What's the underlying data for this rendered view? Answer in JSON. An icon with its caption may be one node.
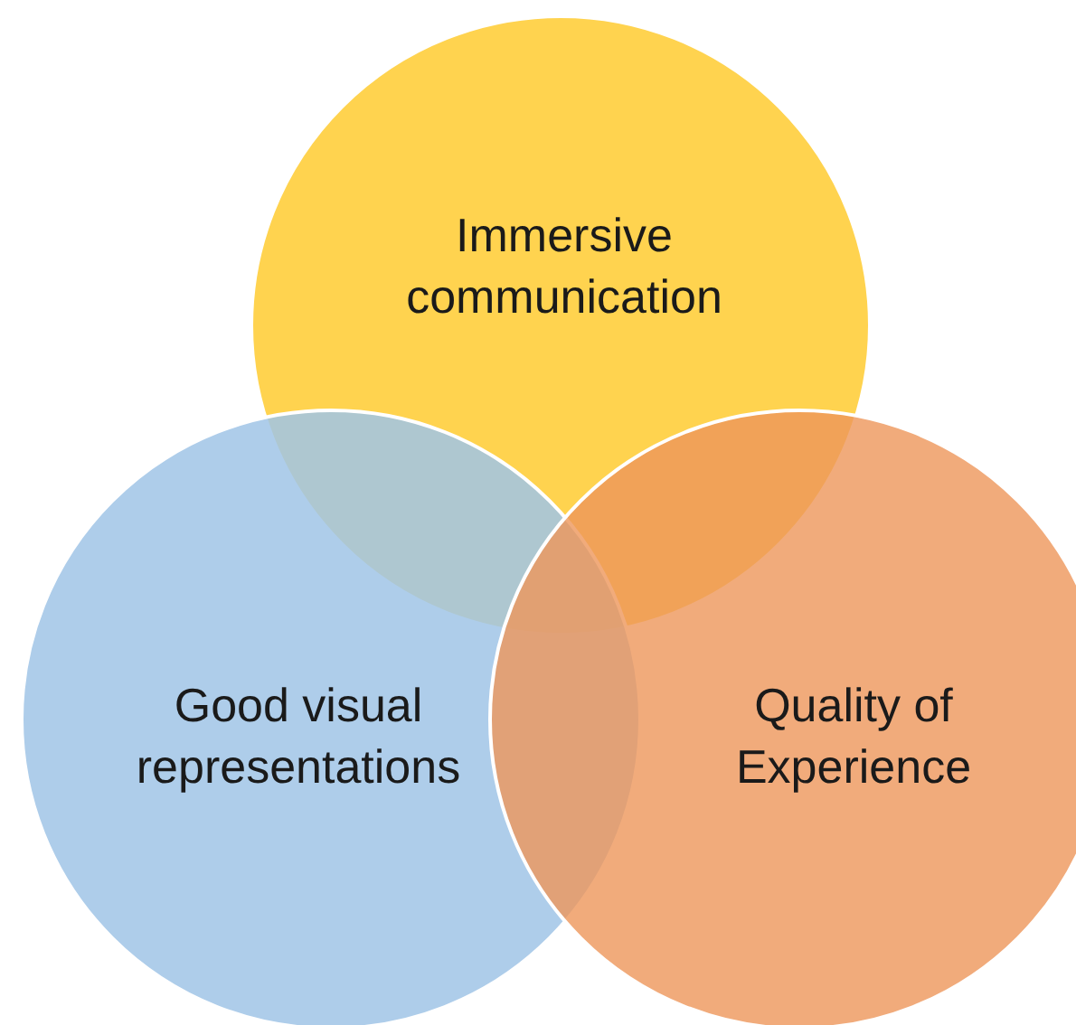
{
  "diagram": {
    "nodes": [
      {
        "text": [
          "Immersive communication"
        ]
      },
      {
        "text": [
          "Good visual representations"
        ]
      },
      {
        "text": [
          "Quality of Experience"
        ]
      }
    ]
  }
}
